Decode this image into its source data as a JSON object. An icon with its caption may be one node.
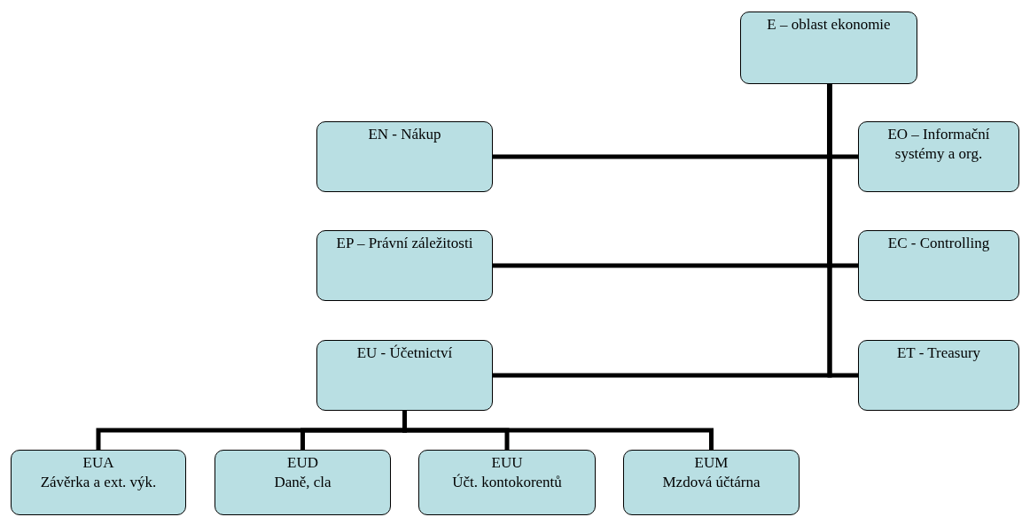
{
  "diagram": {
    "nodes": [
      {
        "text": [
          "E – oblast ekonomie"
        ]
      },
      {
        "text": [
          "EN - Nákup"
        ]
      },
      {
        "text": [
          "EO – Informační systémy a org."
        ]
      },
      {
        "text": [
          "EP – Právní záležitosti"
        ]
      },
      {
        "text": [
          "EC - Controlling"
        ]
      },
      {
        "text": [
          "EU - Účetnictví"
        ]
      },
      {
        "text": [
          "ET - Treasury"
        ]
      },
      {
        "text": [
          "EUA",
          "Závěrka a ext. výk."
        ]
      },
      {
        "text": [
          "EUD",
          "Daně, cla"
        ]
      },
      {
        "text": [
          "EUU",
          "Účt. kontokorentů"
        ]
      },
      {
        "text": [
          "EUM",
          "Mzdová účtárna"
        ]
      }
    ],
    "edges": [
      {
        "from": 0,
        "to": 1,
        "arrow": "none"
      },
      {
        "from": 0,
        "to": 2,
        "arrow": "none"
      },
      {
        "from": 0,
        "to": 3,
        "arrow": "none"
      },
      {
        "from": 0,
        "to": 4,
        "arrow": "none"
      },
      {
        "from": 0,
        "to": 5,
        "arrow": "none"
      },
      {
        "from": 0,
        "to": 6,
        "arrow": "none"
      },
      {
        "from": 5,
        "to": 7,
        "arrow": "none"
      },
      {
        "from": 5,
        "to": 8,
        "arrow": "none"
      },
      {
        "from": 5,
        "to": 9,
        "arrow": "none"
      },
      {
        "from": 5,
        "to": 10,
        "arrow": "none"
      }
    ]
  }
}
